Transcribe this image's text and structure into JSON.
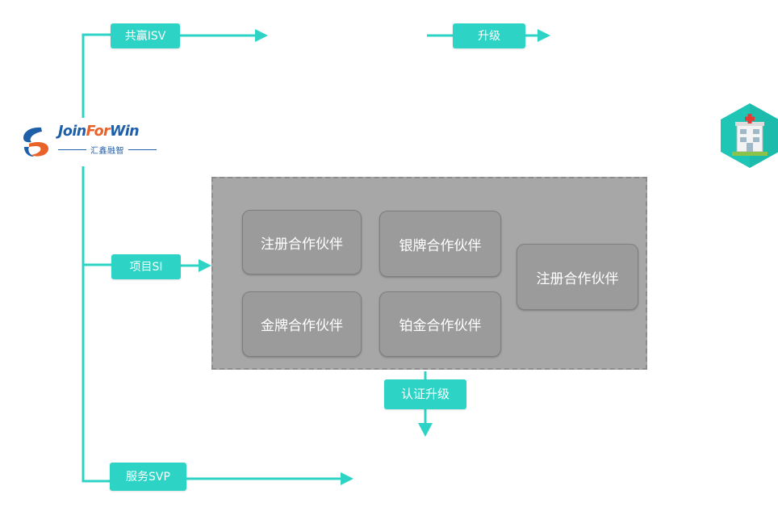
{
  "brand": {
    "name_part1": "Join",
    "name_part2": "For",
    "name_part3": "Win",
    "subtitle": "汇鑫融智"
  },
  "channels": {
    "isv": "共赢ISV",
    "upgrade": "升级",
    "si": "项目SI",
    "svp": "服务SVP"
  },
  "partner_panel": {
    "box_top_left": "注册合作伙伴",
    "box_top_mid": "银牌合作伙伴",
    "box_right": "注册合作伙伴",
    "box_bottom_left": "金牌合作伙伴",
    "box_bottom_mid": "铂金合作伙伴"
  },
  "certification": {
    "label": "认证升级"
  },
  "icons": {
    "logo": "joinforwin-logo-icon",
    "hospital": "hospital-icon"
  },
  "colors": {
    "accent": "#2dd4c6",
    "panel": "#a7a7a7",
    "box": "#9b9b9b",
    "hex_icon": "#1fc6b6",
    "brand_blue": "#1f5fa8",
    "brand_orange": "#e8622a"
  }
}
